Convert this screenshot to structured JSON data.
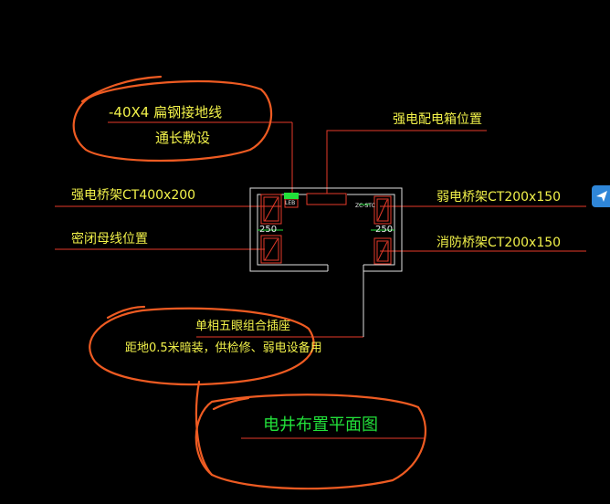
{
  "title": "电井布置平面图",
  "labels": {
    "ground_line_1": "-40X4 扁钢接地线",
    "ground_line_2": "通长敷设",
    "power_box": "强电配电箱位置",
    "strong_tray": "强电桥架CT400x200",
    "busway": "密闭母线位置",
    "weak_tray": "弱电桥架CT200x150",
    "fire_tray": "消防桥架CT200x150",
    "dim_left": "250",
    "dim_right": "250",
    "socket_1": "单相五眼组合插座",
    "socket_2": "距地0.5米暗装，供检修、弱电设备用",
    "small_mark_left": "LEB",
    "small_mark_right": "ZC-STC"
  },
  "colors": {
    "background": "#000000",
    "line_red": "#e63a2a",
    "wall_white": "#e0e0e0",
    "text_yellow": "#f2f24a",
    "title_green": "#22e03a",
    "annotation_orange": "#ee5b22",
    "fab_blue": "#2f86d8"
  },
  "side_button_icon": "send-icon"
}
